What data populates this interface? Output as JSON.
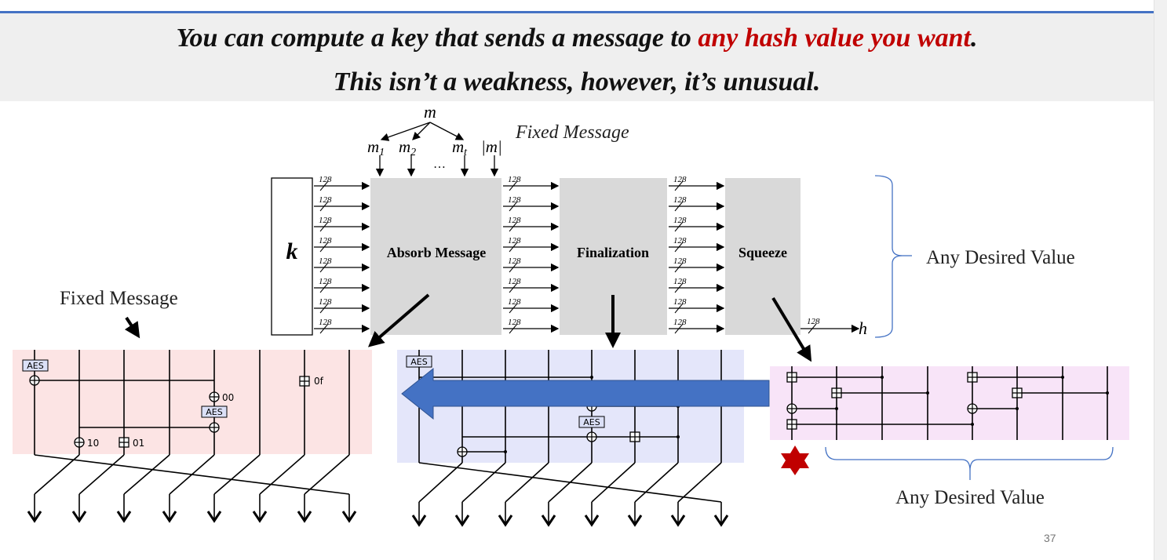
{
  "slide": {
    "title_line1_part1": "You can compute a key that sends a message to ",
    "title_line1_part2": "any hash value you want",
    "title_line1_part3": ".",
    "title_line2": "This isn’t a weakness, however, it’s unusual.",
    "page_number": "37"
  },
  "diagram": {
    "message_label": "m",
    "block_labels": [
      "m",
      "m",
      "m",
      "|m|"
    ],
    "block_subscripts": [
      "1",
      "2",
      "t",
      ""
    ],
    "dots": "…",
    "fixed_message_top": "Fixed Message",
    "key_label": "k",
    "bit_width": "128",
    "absorb_label": "Absorb Message",
    "finalization_label": "Finalization",
    "squeeze_label": "Squeeze",
    "output_label": "h",
    "any_desired_value_right": "Any Desired Value",
    "fixed_message_left": "Fixed Message",
    "any_desired_value_bottom": "Any Desired Value",
    "gate_aes": "AES",
    "const_00": "00",
    "const_10": "10",
    "const_01": "01",
    "const_0f": "0f"
  },
  "colors": {
    "accent_line": "#4472c4",
    "highlight_red": "#c00000",
    "absorb_panel": "#fce4e4",
    "final_panel": "#e4e6fa",
    "squeeze_panel": "#f8e4f8",
    "block_gray": "#d9d9d9",
    "arrow_blue": "#4472c4",
    "star_red": "#c00000"
  }
}
